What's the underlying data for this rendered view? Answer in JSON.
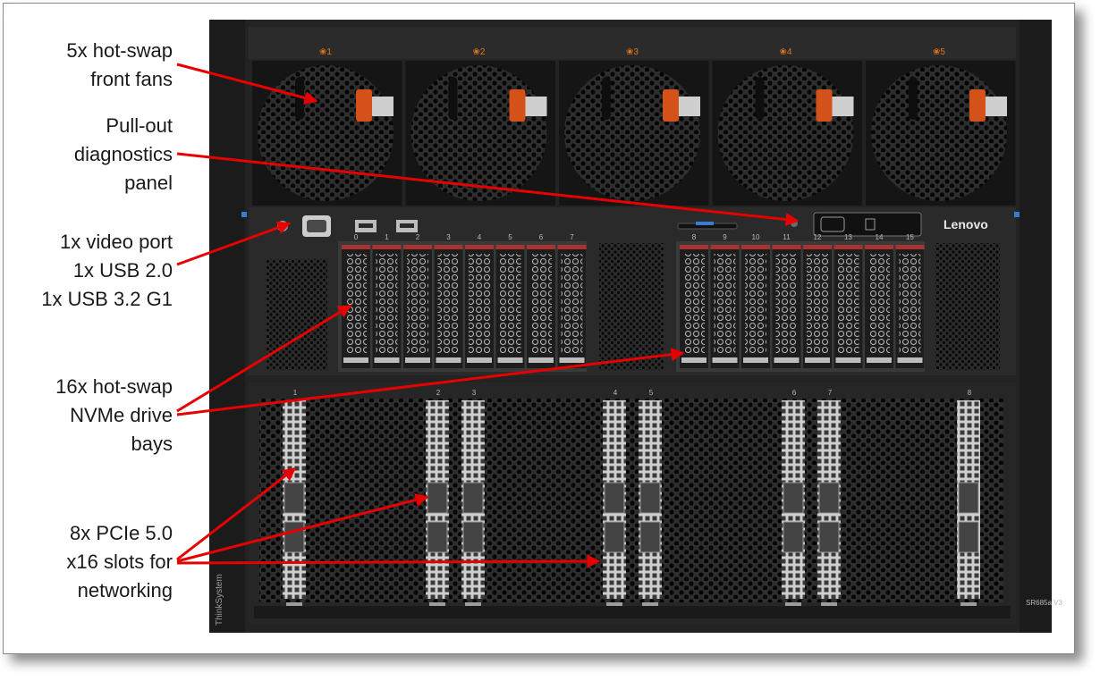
{
  "callouts": {
    "fans": [
      "5x hot-swap",
      "front fans"
    ],
    "diag": [
      "Pull-out",
      "diagnostics",
      "panel"
    ],
    "ports": [
      "1x video port",
      "1x USB 2.0",
      "1x USB 3.2 G1"
    ],
    "nvme": [
      "16x hot-swap",
      "NVMe drive",
      "bays"
    ],
    "pcie": [
      "8x PCIe 5.0",
      "x16 slots for",
      "networking"
    ]
  },
  "fan_labels": [
    "1",
    "2",
    "3",
    "4",
    "5"
  ],
  "drive_bay_numbers": [
    "0",
    "1",
    "2",
    "3",
    "4",
    "5",
    "6",
    "7",
    "8",
    "9",
    "10",
    "11",
    "12",
    "13",
    "14",
    "15"
  ],
  "pcie_slot_numbers": [
    "1",
    "2",
    "3",
    "4",
    "5",
    "6",
    "7",
    "8"
  ],
  "brand": "Lenovo",
  "side_label": "ThinkSystem",
  "model_label": "SR685a V3",
  "colors": {
    "callout": "#e60000",
    "chassis": "#232323",
    "handle": "#d4521a",
    "fan_text": "#e0761c"
  }
}
